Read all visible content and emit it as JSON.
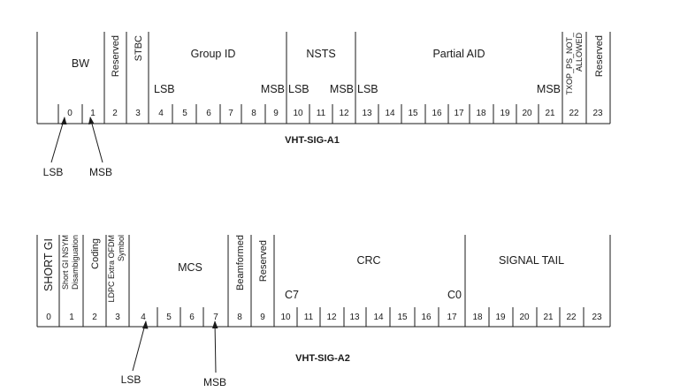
{
  "sig_a1": {
    "title": "VHT-SIG-A1",
    "bit_numbers": [
      "0",
      "1",
      "2",
      "3",
      "4",
      "5",
      "6",
      "7",
      "8",
      "9",
      "10",
      "11",
      "12",
      "13",
      "14",
      "15",
      "16",
      "17",
      "18",
      "19",
      "20",
      "21",
      "22",
      "23"
    ],
    "fields": {
      "bw": "BW",
      "reserved_a": "Reserved",
      "stbc": "STBC",
      "group_id": "Group ID",
      "nsts": "NSTS",
      "partial_aid": "Partial AID",
      "txop_line1": "TXOP_PS_NOT_",
      "txop_line2": "ALLOWED",
      "reserved_b": "Reserved"
    },
    "markers": {
      "group_lsb": "LSB",
      "group_msb": "MSB",
      "nsts_lsb": "LSB",
      "nsts_msb": "MSB",
      "aid_lsb": "LSB",
      "aid_msb": "MSB"
    },
    "callouts": {
      "lsb": "LSB",
      "msb": "MSB"
    }
  },
  "sig_a2": {
    "title": "VHT-SIG-A2",
    "bit_numbers": [
      "0",
      "1",
      "2",
      "3",
      "4",
      "5",
      "6",
      "7",
      "8",
      "9",
      "10",
      "11",
      "12",
      "13",
      "14",
      "15",
      "16",
      "17",
      "18",
      "19",
      "20",
      "21",
      "22",
      "23"
    ],
    "fields": {
      "short_gi": "SHORT GI",
      "nsym_line1": "Short GI NSYM",
      "nsym_line2": "Disambiguation",
      "coding": "Coding",
      "ldpc_line1": "LDPC Extra OFDM",
      "ldpc_line2": "Symbol",
      "mcs": "MCS",
      "beamformed": "Beamformed",
      "reserved": "Reserved",
      "crc": "CRC",
      "signal_tail": "SIGNAL TAIL"
    },
    "markers": {
      "crc_c7": "C7",
      "crc_c0": "C0"
    },
    "callouts": {
      "lsb": "LSB",
      "msb": "MSB"
    }
  }
}
